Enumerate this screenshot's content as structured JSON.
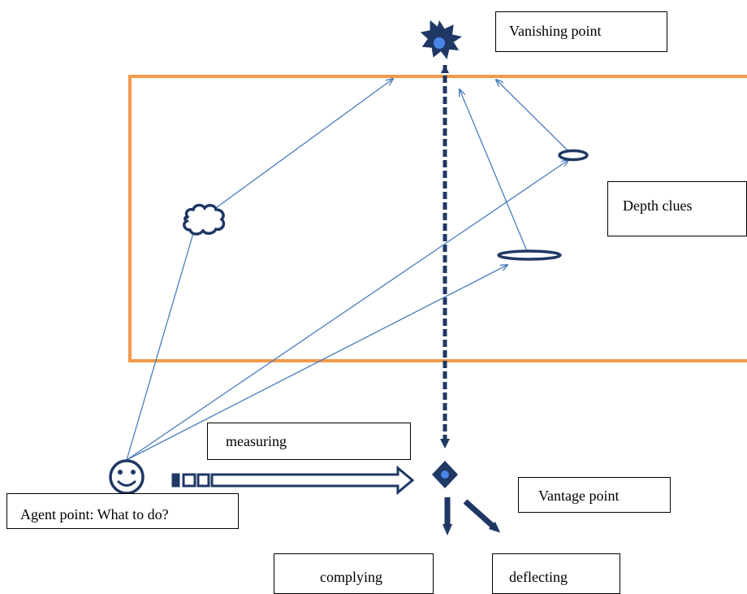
{
  "labels": {
    "vanishing_point": "Vanishing point",
    "depth_clues": "Depth clues",
    "measuring": "measuring",
    "agent_point": "Agent point: What to do?",
    "vantage_point": "Vantage point",
    "complying": "complying",
    "deflecting": "deflecting"
  },
  "colors": {
    "frame": "#F2994A",
    "navy": "#1F3864",
    "sight_line": "#4A7EBB",
    "vanishing_center": "#4A86E8"
  },
  "icons": {
    "vanishing": "star-burst-icon",
    "vantage": "diamond-icon",
    "agent": "smiley-face-icon"
  }
}
